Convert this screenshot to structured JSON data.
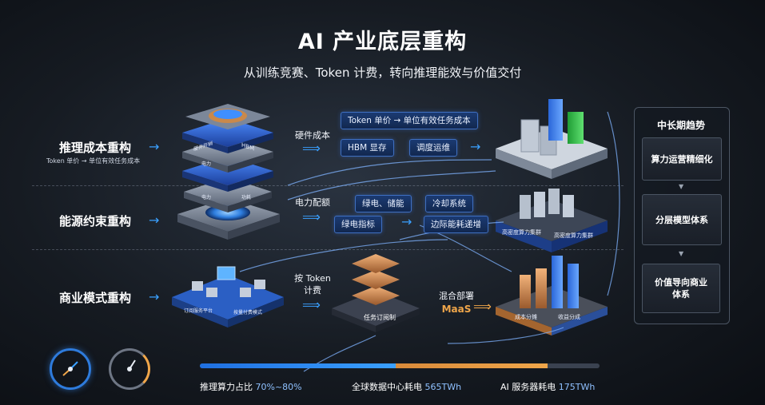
{
  "title": "AI 产业底层重构",
  "subtitle": "从训练竞赛、Token 计费，转向推理能效与价值交付",
  "rows": [
    {
      "label": "推理成本重构",
      "sublabel": "Token 单价 → 单位有效任务成本"
    },
    {
      "label": "能源约束重构",
      "sublabel": ""
    },
    {
      "label": "商业模式重构",
      "sublabel": ""
    }
  ],
  "flows": {
    "hardware_cost": "硬件成本",
    "power_quota": "电力配额",
    "token_billing_1": "按 Token",
    "token_billing_2": "计费",
    "hybrid_1": "混合部署",
    "hybrid_2": "MaaS"
  },
  "chips": {
    "token_unit": "Token 单价 → 单位有效任务成本",
    "hbm": "HBM 显存",
    "scheduling": "调度运维",
    "green_storage": "绿电、储能",
    "cooling": "冷却系统",
    "green_index": "绿电指标",
    "marginal_energy": "边际能耗递增"
  },
  "illustration_labels": {
    "chip_stack_1": "硬件开销",
    "chip_stack_2": "HBM",
    "chip_stack_3": "电力",
    "chip_stack_4": "电力",
    "chip_stack_5": "功耗",
    "datacenter_1": "高密度算力集群",
    "datacenter_2": "高密度算力集群",
    "biz_platform_1": "订阅服务平台",
    "biz_platform_2": "按量付费模式",
    "task_order": "任务订阅制",
    "growth_1": "成本分摊",
    "growth_2": "收益分成"
  },
  "trends": {
    "title": "中长期趋势",
    "items": [
      "算力运营精细化",
      "分层模型体系",
      "价值导向商业体系"
    ]
  },
  "stats": {
    "inference_share_label": "推理算力占比",
    "inference_share_value": "70%~80%",
    "dc_power_label": "全球数据中心耗电",
    "dc_power_value": "565TWh",
    "ai_server_label": "AI 服务器耗电",
    "ai_server_value": "175TWh"
  },
  "colors": {
    "accent_blue": "#3aa0ff",
    "accent_orange": "#f0a64a",
    "chip_blue": "#1b3a72",
    "green": "#3fbf4a"
  },
  "progress": {
    "inference_share_fraction": 0.49
  }
}
